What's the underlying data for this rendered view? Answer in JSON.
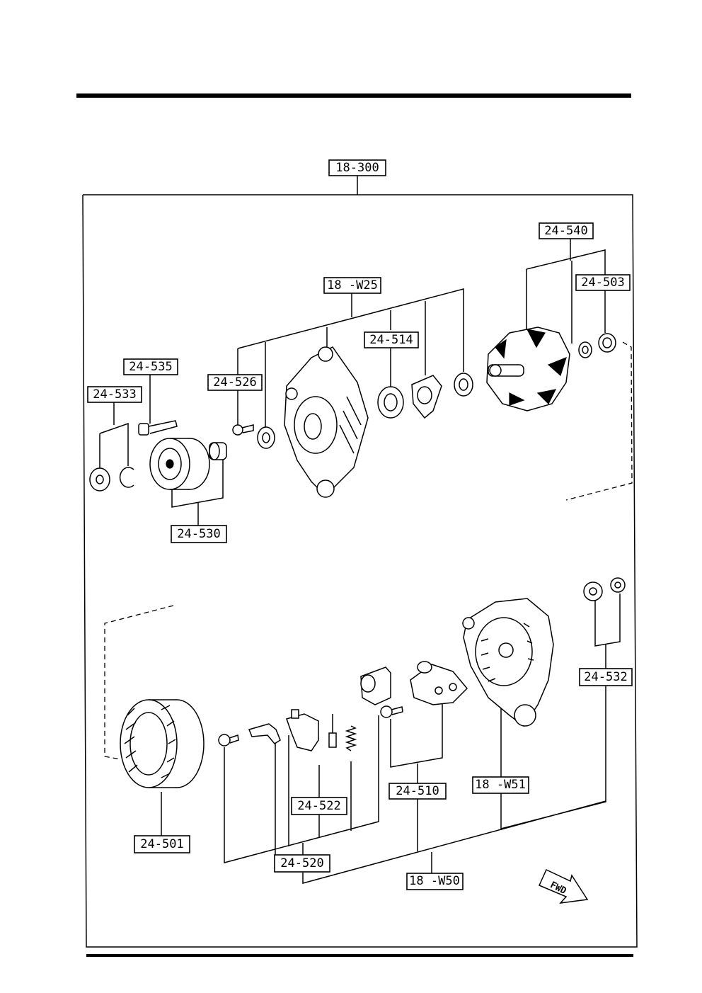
{
  "labels": {
    "assembly": "18-300",
    "front_housing": "18 -W25",
    "rotor": "24-540",
    "rotor_bearing": "24-503",
    "front_bearing": "24-514",
    "screw_front": "24-526",
    "bolt": "24-535",
    "nut_washer": "24-533",
    "pulley": "24-530",
    "stator": "24-501",
    "brush_spring": "24-522",
    "brush_holder": "24-520",
    "regulator": "24-510",
    "rear_housing": "18 -W51",
    "rear_housing_assy": "18 -W50",
    "terminal_insulator": "24-532"
  },
  "direction_marker": "FWD",
  "colors": {
    "ink": "#000000",
    "paper": "#ffffff"
  }
}
